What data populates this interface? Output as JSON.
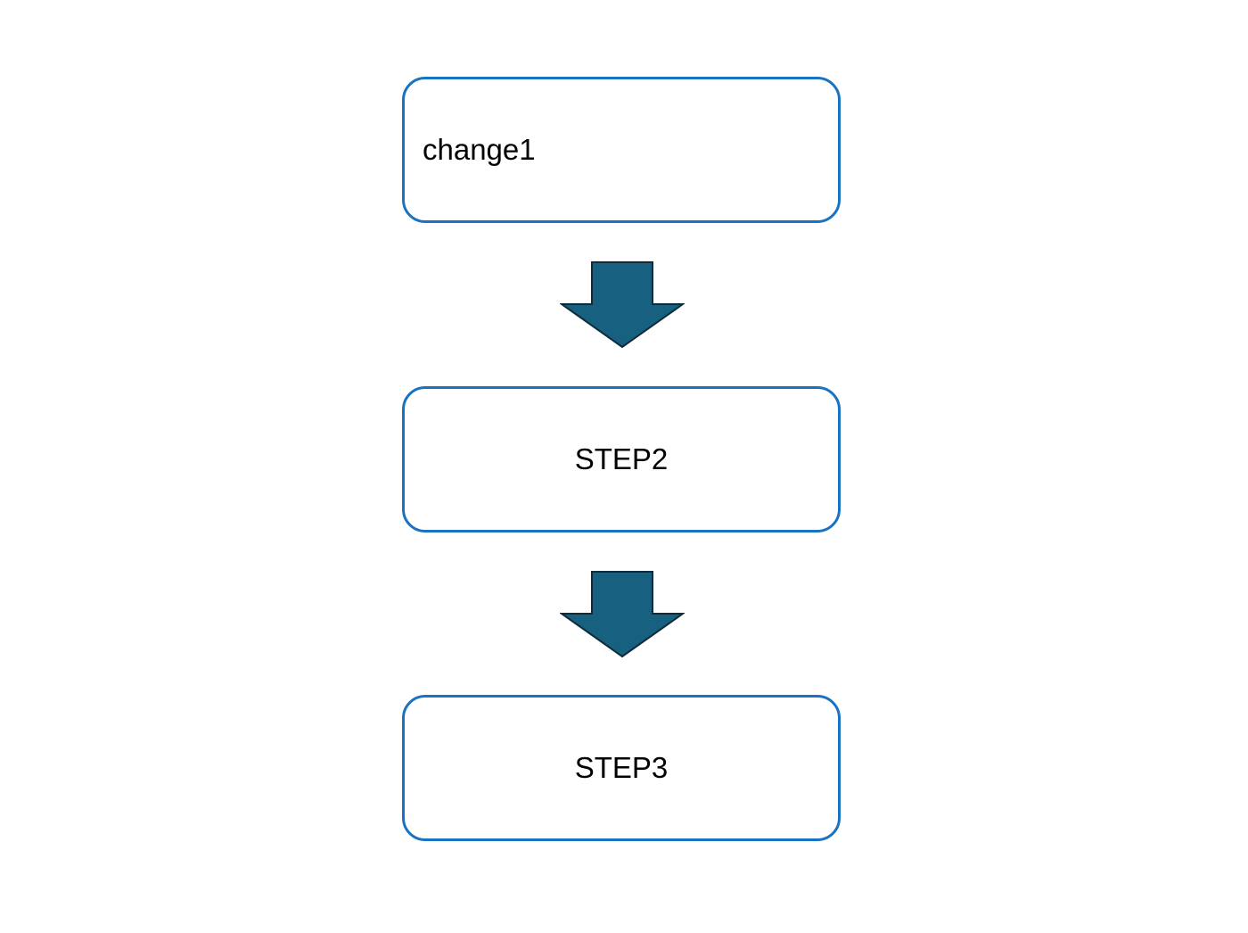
{
  "steps": [
    {
      "label": "change1"
    },
    {
      "label": "STEP2"
    },
    {
      "label": "STEP3"
    }
  ],
  "colors": {
    "box_border": "#1a73c2",
    "arrow_fill": "#17607f",
    "arrow_stroke": "#0d2c3b"
  },
  "icons": {
    "connector": "down-arrow-icon"
  }
}
